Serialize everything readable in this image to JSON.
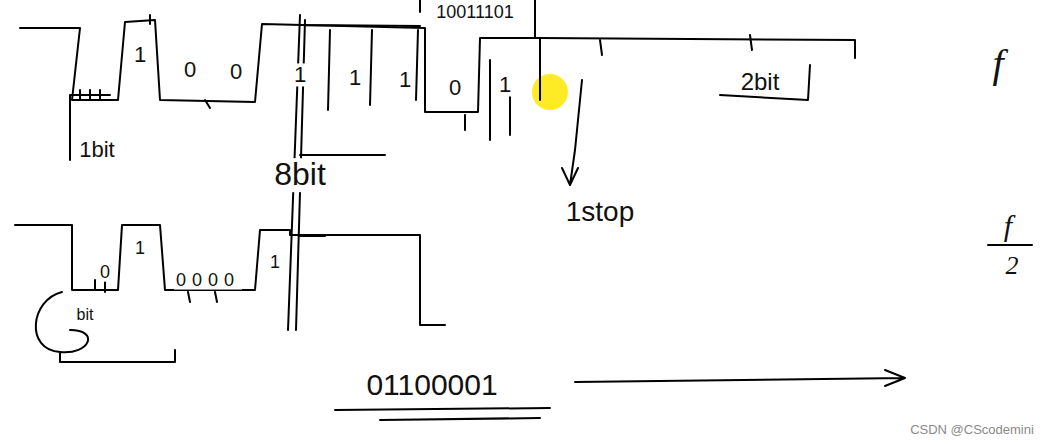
{
  "diagram": {
    "labels": [
      "1",
      "0",
      "0",
      "1",
      "1",
      "1",
      "0",
      "1",
      "10011101",
      "1bit",
      "8bit",
      "1stop",
      "2bit",
      "f",
      "f",
      "2",
      "0",
      "1",
      "bit",
      "0000",
      "1",
      "01100001",
      "CSDN @CScodemini"
    ]
  }
}
